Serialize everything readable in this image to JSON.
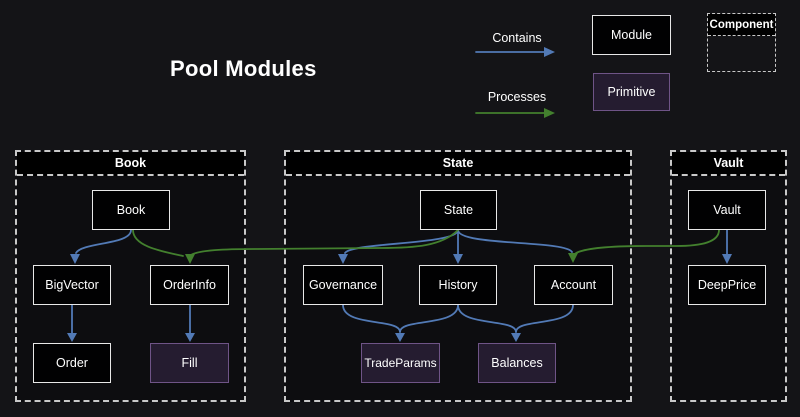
{
  "title": "Pool Modules",
  "legend": {
    "contains_label": "Contains",
    "processes_label": "Processes",
    "module_label": "Module",
    "primitive_label": "Primitive",
    "component_label": "Component"
  },
  "containers": {
    "book": {
      "label": "Book"
    },
    "state": {
      "label": "State"
    },
    "vault": {
      "label": "Vault"
    }
  },
  "nodes": {
    "book": {
      "label": "Book",
      "type": "module"
    },
    "bigvector": {
      "label": "BigVector",
      "type": "module"
    },
    "orderinfo": {
      "label": "OrderInfo",
      "type": "module"
    },
    "order": {
      "label": "Order",
      "type": "module"
    },
    "fill": {
      "label": "Fill",
      "type": "primitive"
    },
    "state": {
      "label": "State",
      "type": "module"
    },
    "governance": {
      "label": "Governance",
      "type": "module"
    },
    "history": {
      "label": "History",
      "type": "module"
    },
    "account": {
      "label": "Account",
      "type": "module"
    },
    "tradeparams": {
      "label": "TradeParams",
      "type": "primitive"
    },
    "balances": {
      "label": "Balances",
      "type": "primitive"
    },
    "vault": {
      "label": "Vault",
      "type": "module"
    },
    "deepprice": {
      "label": "DeepPrice",
      "type": "module"
    }
  },
  "edges": [
    {
      "from": "Book",
      "to": "BigVector",
      "type": "contains"
    },
    {
      "from": "Book",
      "to": "OrderInfo",
      "type": "processes"
    },
    {
      "from": "State",
      "to": "OrderInfo",
      "type": "processes"
    },
    {
      "from": "BigVector",
      "to": "Order",
      "type": "contains"
    },
    {
      "from": "OrderInfo",
      "to": "Fill",
      "type": "contains"
    },
    {
      "from": "State",
      "to": "Governance",
      "type": "contains"
    },
    {
      "from": "State",
      "to": "History",
      "type": "contains"
    },
    {
      "from": "State",
      "to": "Account",
      "type": "contains"
    },
    {
      "from": "Governance",
      "to": "TradeParams",
      "type": "contains"
    },
    {
      "from": "History",
      "to": "TradeParams",
      "type": "contains"
    },
    {
      "from": "History",
      "to": "Balances",
      "type": "contains"
    },
    {
      "from": "Account",
      "to": "Balances",
      "type": "contains"
    },
    {
      "from": "Vault",
      "to": "DeepPrice",
      "type": "contains"
    },
    {
      "from": "Vault",
      "to": "Account",
      "type": "processes"
    }
  ],
  "colors": {
    "background": "#141417",
    "container_fill": "#0d0d10",
    "container_border": "#c9c9c9",
    "contains_edge": "#527ab6",
    "processes_edge": "#43802e",
    "module_fill": "#010102",
    "module_border": "#e8e8e8",
    "primitive_fill": "#251c30",
    "primitive_border": "#6f5487"
  }
}
